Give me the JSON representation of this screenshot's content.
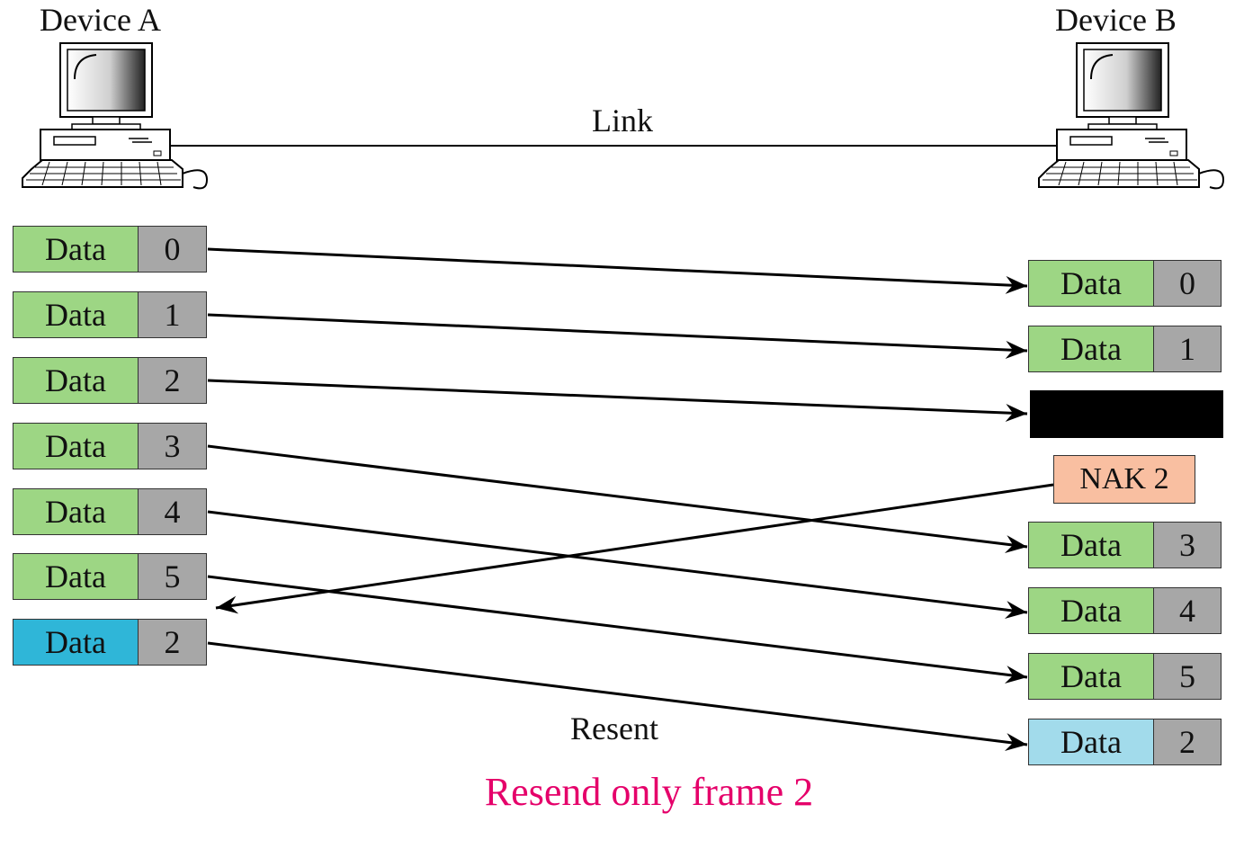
{
  "device_a": {
    "label": "Device A"
  },
  "device_b": {
    "label": "Device B"
  },
  "link": {
    "label": "Link"
  },
  "colors": {
    "data_green": "#9dd684",
    "resent_sender_blue": "#2fb6d8",
    "resent_receiver_blue": "#a2dbeb",
    "seq_gray": "#a7a7a7",
    "nak_orange": "#f9bfa1",
    "lost_black": "#000000",
    "caption_magenta": "#e5006a"
  },
  "sender_frames": [
    {
      "data": "Data",
      "seq": "0",
      "color": "green"
    },
    {
      "data": "Data",
      "seq": "1",
      "color": "green"
    },
    {
      "data": "Data",
      "seq": "2",
      "color": "green"
    },
    {
      "data": "Data",
      "seq": "3",
      "color": "green"
    },
    {
      "data": "Data",
      "seq": "4",
      "color": "green"
    },
    {
      "data": "Data",
      "seq": "5",
      "color": "green"
    },
    {
      "data": "Data",
      "seq": "2",
      "color": "blue"
    }
  ],
  "receiver_frames": [
    {
      "data": "Data",
      "seq": "0",
      "color": "green"
    },
    {
      "data": "Data",
      "seq": "1",
      "color": "green"
    },
    {
      "data": "Data",
      "seq": "3",
      "color": "green"
    },
    {
      "data": "Data",
      "seq": "4",
      "color": "green"
    },
    {
      "data": "Data",
      "seq": "5",
      "color": "green"
    },
    {
      "data": "Data",
      "seq": "2",
      "color": "lightblue"
    }
  ],
  "nak": {
    "label": "NAK 2"
  },
  "resent_label": "Resent",
  "caption": "Resend only frame 2"
}
